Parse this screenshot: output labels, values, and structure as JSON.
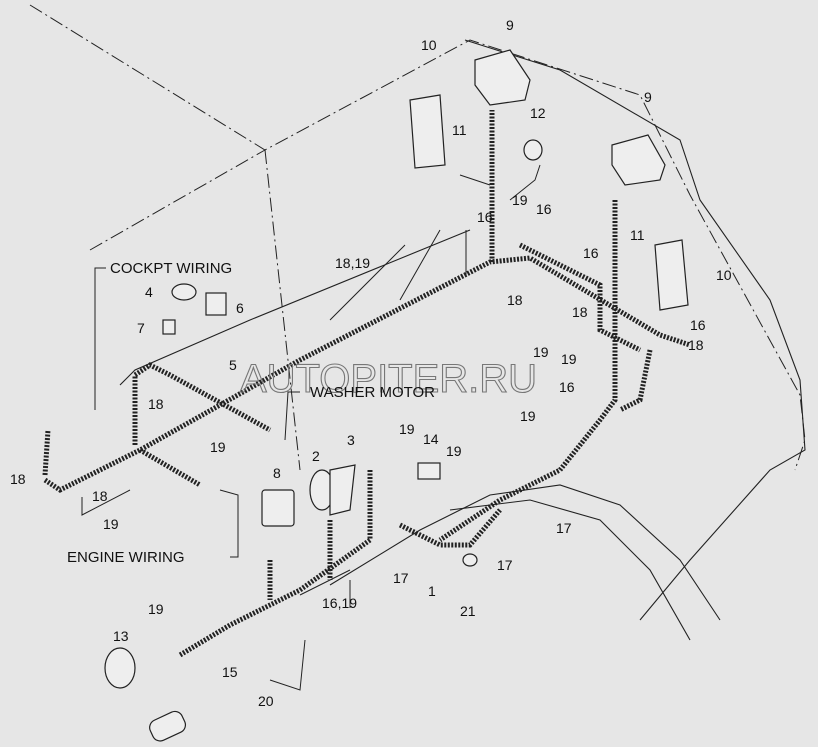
{
  "title_labels": {
    "cockpit": "COCKPT WIRING",
    "washer": "WASHER MOTOR",
    "engine": "ENGINE WIRING"
  },
  "watermark": "AUTOPITER.RU",
  "callouts": [
    "10",
    "9",
    "11",
    "12",
    "9",
    "19",
    "16",
    "16",
    "16",
    "11",
    "10",
    "18,19",
    "18",
    "18",
    "16",
    "18",
    "19",
    "19",
    "16",
    "4",
    "6",
    "7",
    "5",
    "18",
    "19",
    "18",
    "18",
    "19",
    "2",
    "3",
    "19",
    "14",
    "19",
    "19",
    "8",
    "17",
    "17",
    "1",
    "17",
    "16,19",
    "21",
    "13",
    "19",
    "15",
    "20"
  ]
}
